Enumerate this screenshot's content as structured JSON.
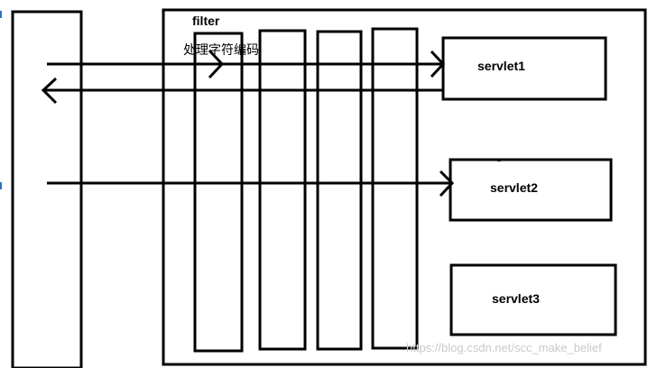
{
  "labels": {
    "filter": "filter",
    "filter_desc": "处理字符编码",
    "servlet1": "servlet1",
    "servlet2": "servlet2",
    "servlet3": "servlet3"
  },
  "watermark": "https://blog.csdn.net/scc_make_belief",
  "colors": {
    "stroke": "#000000",
    "background": "#ffffff",
    "watermark": "#c9c9c9",
    "edge_marker": "#2b6fd6"
  }
}
